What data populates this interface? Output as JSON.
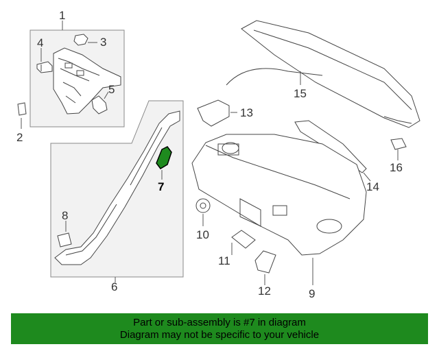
{
  "callouts": {
    "n1": "1",
    "n2": "2",
    "n3": "3",
    "n4": "4",
    "n5": "5",
    "n6": "6",
    "n7": "7",
    "n8": "8",
    "n9": "9",
    "n10": "10",
    "n11": "11",
    "n12": "12",
    "n13": "13",
    "n14": "14",
    "n15": "15",
    "n16": "16"
  },
  "highlight": {
    "part": "7",
    "color": "#1e8a1e"
  },
  "banner": {
    "line1": "Part or sub-assembly is #7 in diagram",
    "line2": "Diagram may not be specific to your vehicle",
    "background": "#1e8a1e"
  }
}
